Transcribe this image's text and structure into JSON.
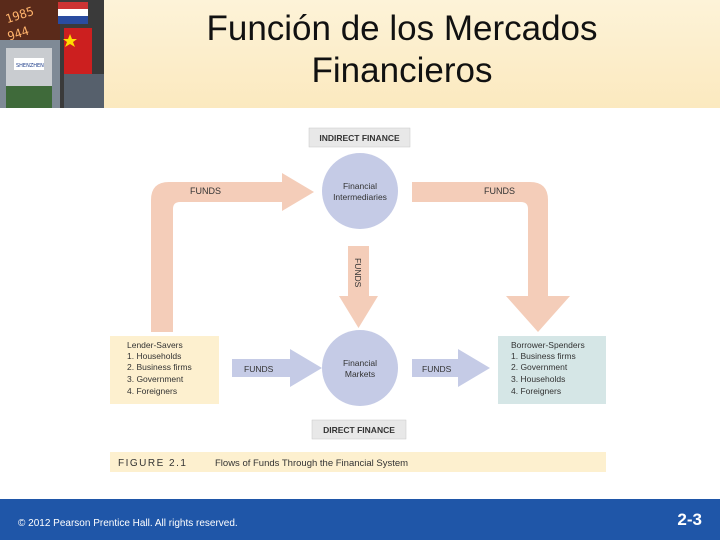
{
  "slide": {
    "title_line1": "Función de los Mercados",
    "title_line2": "Financieros",
    "copyright": "© 2012 Pearson Prentice Hall. All rights reserved.",
    "slide_number": "2-3"
  },
  "header_photo": {
    "board_text_1": "1985",
    "board_text_2": "944",
    "sign_text": "SHENZHEN"
  },
  "diagram": {
    "indirect_finance_label": "INDIRECT FINANCE",
    "direct_finance_label": "DIRECT FINANCE",
    "funds_label": "FUNDS",
    "intermediaries": {
      "line1": "Financial",
      "line2": "Intermediaries"
    },
    "markets": {
      "line1": "Financial",
      "line2": "Markets"
    },
    "lenders": {
      "title": "Lender-Savers",
      "items": [
        "1. Households",
        "2. Business firms",
        "3. Government",
        "4. Foreigners"
      ]
    },
    "borrowers": {
      "title": "Borrower-Spenders",
      "items": [
        "1. Business firms",
        "2. Government",
        "3. Households",
        "4. Foreigners"
      ]
    },
    "figure": {
      "number": "FIGURE 2.1",
      "caption": "Flows of Funds Through the Financial System"
    },
    "colors": {
      "arrow": "#f4cdb9",
      "circle": "#c5cbe6",
      "lender_box": "#fdf0cf",
      "borrower_box": "#d5e6e6",
      "caption_bar": "#fdf0cf",
      "label_box": "#e8e8e8"
    }
  }
}
